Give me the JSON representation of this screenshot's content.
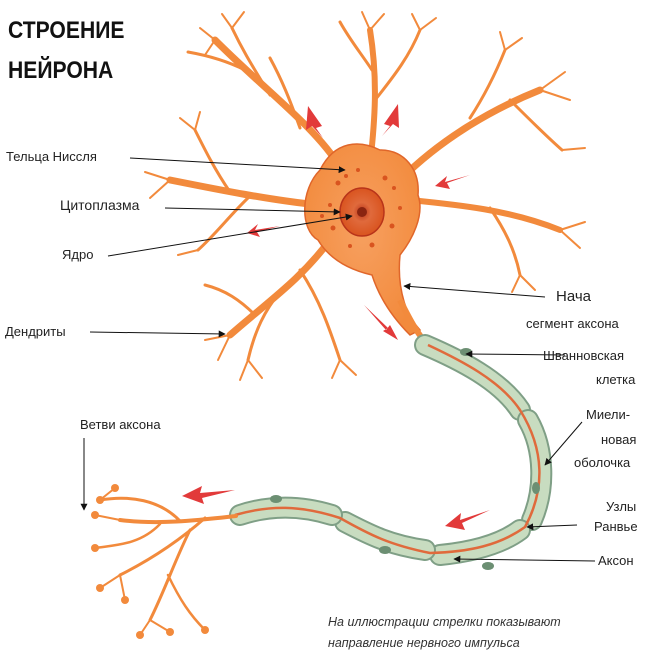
{
  "title": {
    "line1": "СТРОЕНИЕ",
    "line2": "НЕЙРОНА"
  },
  "labels": {
    "nissl": "Тельца  Ниссля",
    "cytoplasm": "Цитоплазма",
    "nucleus": "Ядро",
    "dendrites": "Дендриты",
    "initial_segment_1": "Нача",
    "initial_segment_2": "сегмент  аксона",
    "schwann_1": "Шванновская",
    "schwann_2": "клетка",
    "myelin_1": "Миели-",
    "myelin_2": "новая",
    "myelin_3": "оболочка",
    "nodes_1": "Узлы",
    "nodes_2": "Ранвье",
    "axon": "Аксон",
    "axon_branches": "Ветви  аксона"
  },
  "caption": {
    "line1": "На  иллюстрации  стрелки  показывают",
    "line2": "направление    нервного    импульса"
  },
  "colors": {
    "neuron": "#f28a3c",
    "neuron_dark": "#e0662a",
    "nucleus": "#d9541f",
    "myelin": "#c8dcc0",
    "myelin_edge": "#7f9f86",
    "arrow": "#e23a3a"
  }
}
